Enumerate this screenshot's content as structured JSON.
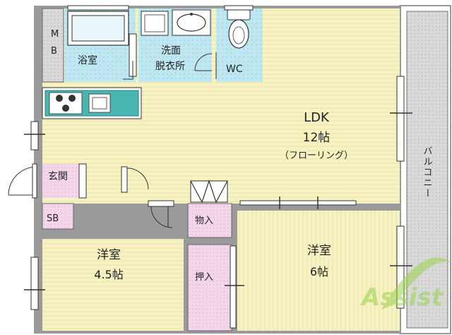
{
  "rooms": {
    "ldk": {
      "name": "LDK",
      "size": "12帖",
      "note": "（フローリング）"
    },
    "western_left": {
      "name": "洋室",
      "size": "4.5帖"
    },
    "western_right": {
      "name": "洋室",
      "size": "6帖"
    },
    "bath": {
      "name": "浴室"
    },
    "washroom": {
      "line1": "洗面",
      "line2": "脱衣所"
    },
    "wc": {
      "name": "WC"
    },
    "entrance": {
      "name": "玄関"
    },
    "shoe_box": {
      "name": "SB"
    },
    "storage": {
      "name": "物入"
    },
    "closet": {
      "name": "押入"
    },
    "meter_box": {
      "line1": "M",
      "line2": "B"
    },
    "balcony": {
      "name": "バルコニー"
    }
  },
  "watermark": {
    "text": "Assist"
  },
  "colors": {
    "floor_wood": "#f6f2c2",
    "floor_line": "#e0d99a",
    "tile_blue": "#bfe7f2",
    "tile_dot": "#9fd0e0",
    "storage_pink": "#f3d6ea",
    "wall_gray": "#9a9a9a",
    "kitchen_teal": "#49b6b0",
    "watermark_green": "#9bd24a"
  }
}
